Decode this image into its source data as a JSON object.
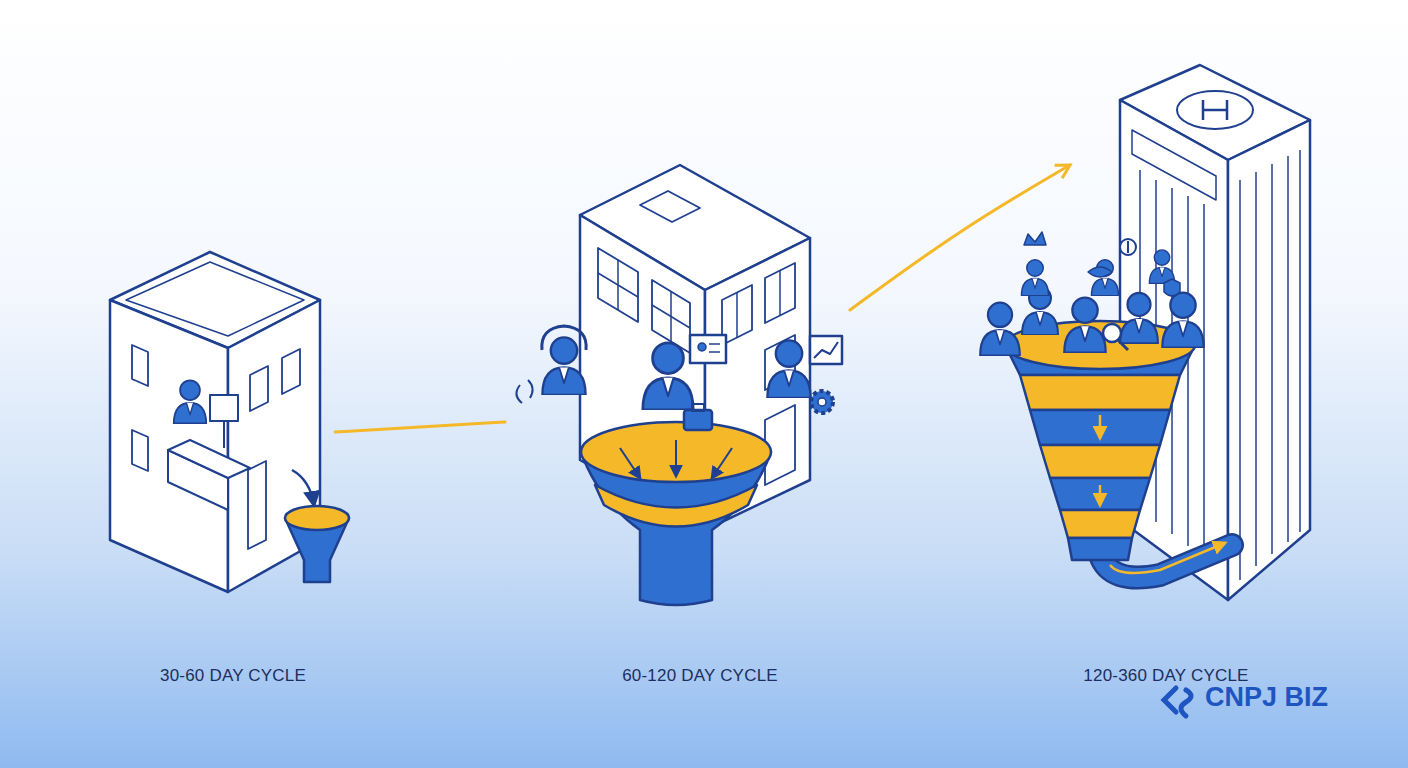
{
  "diagram": {
    "nodes": [
      {
        "text": [
          "30-60 DAY CYCLE"
        ]
      },
      {
        "text": [
          "60-120 DAY CYCLE"
        ]
      },
      {
        "text": [
          "120-360 DAY CYCLE"
        ]
      }
    ],
    "edges": [
      {
        "from": 0,
        "to": 1,
        "arrow": "none"
      },
      {
        "from": 1,
        "to": 2,
        "arrow": "to"
      }
    ],
    "labels": [
      "CNPJ BIZ"
    ]
  }
}
